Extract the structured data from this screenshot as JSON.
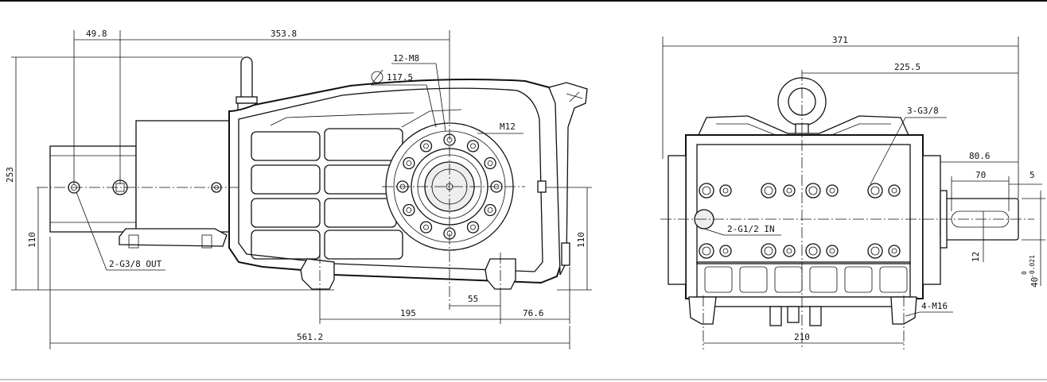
{
  "side_view": {
    "dims": {
      "offset_49_8": "49.8",
      "length_353_8": "353.8",
      "bolt_12_m8": "12-M8",
      "diameter_117_5": "117.5",
      "thread_m12": "M12",
      "height_253": "253",
      "height_110_left": "110",
      "height_110_right": "110",
      "outlet": "2-G3/8 OUT",
      "spacing_195": "195",
      "spacing_55": "55",
      "spacing_76_6": "76.6",
      "length_561_2": "561.2"
    }
  },
  "front_view": {
    "dims": {
      "width_371": "371",
      "width_225_5": "225.5",
      "port_3_g3_8": "3-G3/8",
      "shaft_80_6": "80.6",
      "shaft_70": "70",
      "shaft_5": "5",
      "inlet": "2-G1/2 IN",
      "key_12": "12",
      "shaft_dia": "40",
      "tol_upper": "0",
      "tol_lower": "-0.021",
      "mount_4_m16": "4-M16",
      "base_210": "210"
    }
  }
}
